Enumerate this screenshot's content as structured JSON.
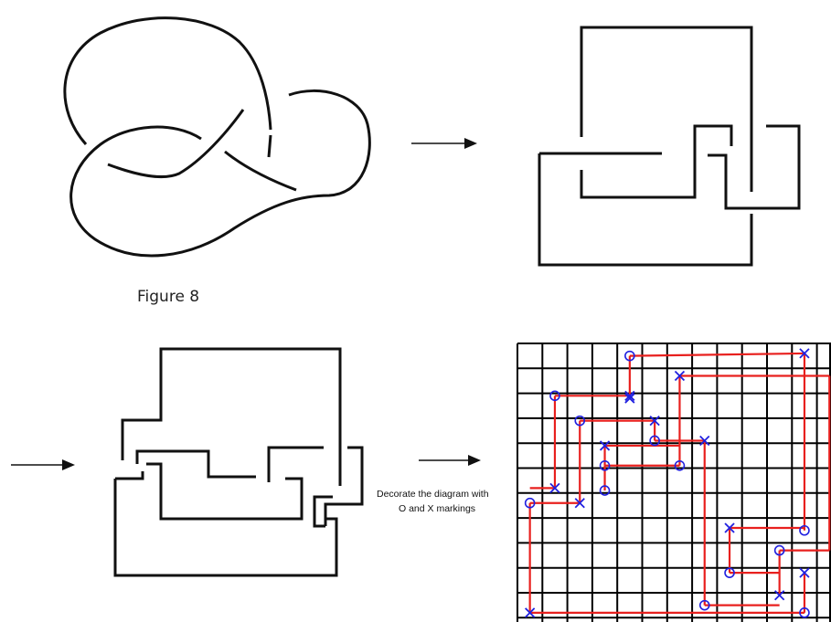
{
  "figure_label": "Figure 8",
  "caption": {
    "line1": "Decorate the diagram with",
    "line2": "O and X markings"
  },
  "colors": {
    "knot": "#111111",
    "grid": "#000000",
    "red_path": "#e8201e",
    "markers": "#2020e0"
  },
  "arrows": [
    "arrow-1",
    "arrow-2",
    "arrow-3"
  ]
}
